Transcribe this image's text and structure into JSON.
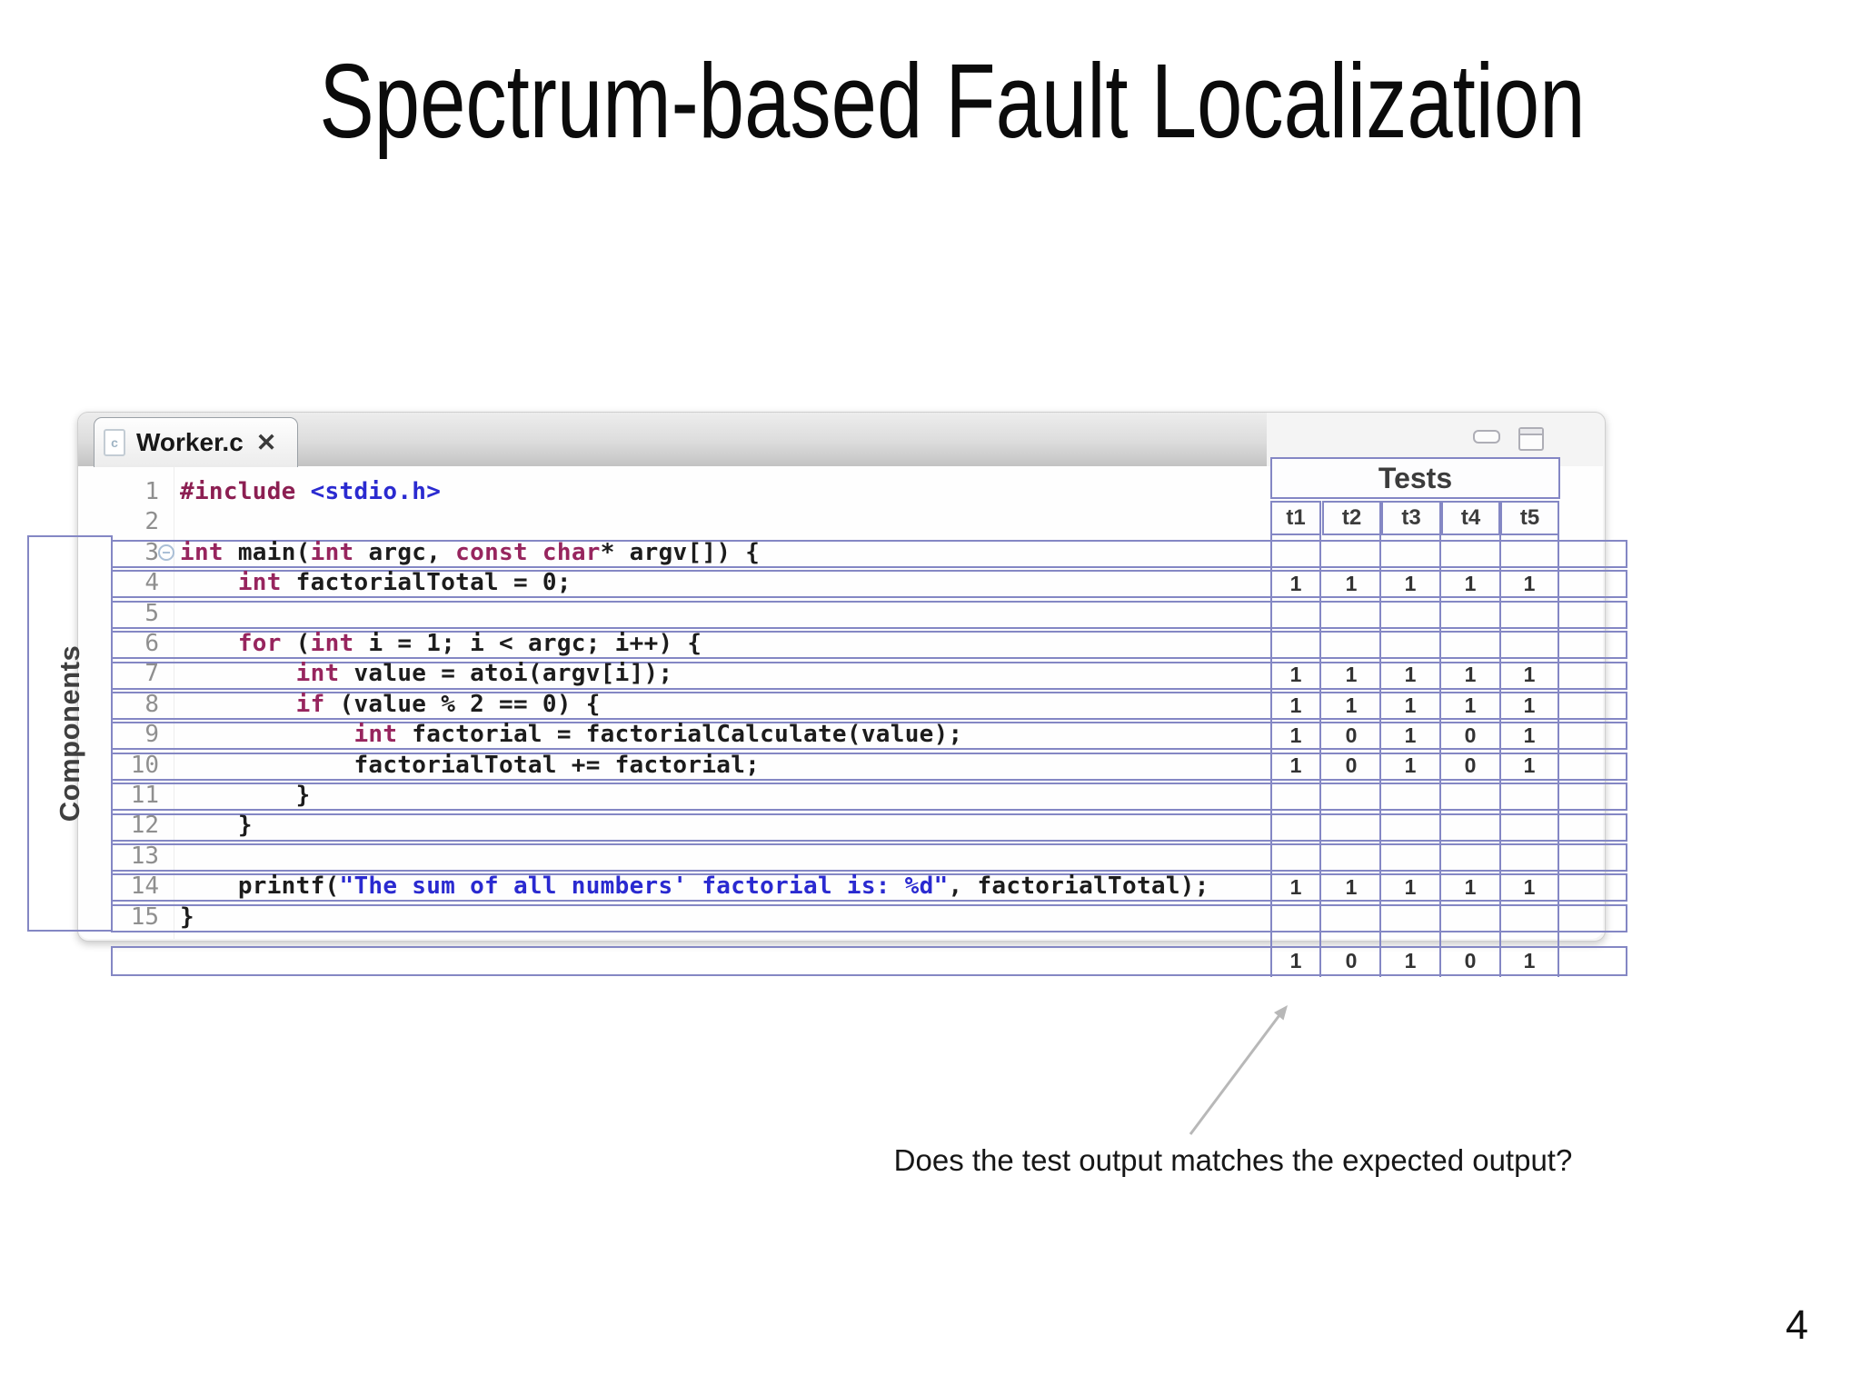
{
  "slide": {
    "title": "Spectrum-based Fault Localization",
    "caption": "Does the test output matches the expected output?",
    "page_number": "4"
  },
  "window": {
    "tab": {
      "filename": "Worker.c",
      "close_glyph": "✕",
      "file_icon_letter": "c"
    }
  },
  "code": {
    "lines": [
      {
        "num": "1",
        "segs": [
          [
            "d",
            "#include "
          ],
          [
            "s",
            "<stdio.h>"
          ]
        ]
      },
      {
        "num": "2",
        "segs": []
      },
      {
        "num": "3",
        "fold": true,
        "segs": [
          [
            "k",
            "int"
          ],
          [
            "p",
            " main("
          ],
          [
            "k",
            "int"
          ],
          [
            "p",
            " argc, "
          ],
          [
            "k",
            "const"
          ],
          [
            "p",
            " "
          ],
          [
            "k",
            "char"
          ],
          [
            "p",
            "* argv[]) {"
          ]
        ]
      },
      {
        "num": "4",
        "segs": [
          [
            "p",
            "    "
          ],
          [
            "k",
            "int"
          ],
          [
            "p",
            " factorialTotal = 0;"
          ]
        ]
      },
      {
        "num": "5",
        "segs": []
      },
      {
        "num": "6",
        "segs": [
          [
            "p",
            "    "
          ],
          [
            "k",
            "for"
          ],
          [
            "p",
            " ("
          ],
          [
            "k",
            "int"
          ],
          [
            "p",
            " i = 1; i < argc; i++) {"
          ]
        ]
      },
      {
        "num": "7",
        "segs": [
          [
            "p",
            "        "
          ],
          [
            "k",
            "int"
          ],
          [
            "p",
            " value = atoi(argv[i]);"
          ]
        ]
      },
      {
        "num": "8",
        "segs": [
          [
            "p",
            "        "
          ],
          [
            "k",
            "if"
          ],
          [
            "p",
            " (value % 2 == 0) {"
          ]
        ]
      },
      {
        "num": "9",
        "segs": [
          [
            "p",
            "            "
          ],
          [
            "k",
            "int"
          ],
          [
            "p",
            " factorial = factorialCalculate(value);"
          ]
        ]
      },
      {
        "num": "10",
        "segs": [
          [
            "p",
            "            factorialTotal += factorial;"
          ]
        ]
      },
      {
        "num": "11",
        "segs": [
          [
            "p",
            "        }"
          ]
        ]
      },
      {
        "num": "12",
        "segs": [
          [
            "p",
            "    }"
          ]
        ]
      },
      {
        "num": "13",
        "segs": []
      },
      {
        "num": "14",
        "segs": [
          [
            "p",
            "    printf("
          ],
          [
            "s",
            "\"The sum of all numbers' factorial is: %d\""
          ],
          [
            "p",
            ", factorialTotal);"
          ]
        ]
      },
      {
        "num": "15",
        "segs": [
          [
            "p",
            "}"
          ]
        ]
      }
    ]
  },
  "matrix": {
    "components_label": "Components",
    "tests_label": "Tests",
    "test_names": [
      "t1",
      "t2",
      "t3",
      "t4",
      "t5"
    ],
    "component_row_lines": [
      3,
      4,
      5,
      6,
      7,
      8,
      9,
      10,
      11,
      12,
      13,
      14,
      15
    ],
    "coverage": [
      {
        "line": 4,
        "values": [
          "1",
          "1",
          "1",
          "1",
          "1"
        ]
      },
      {
        "line": 7,
        "values": [
          "1",
          "1",
          "1",
          "1",
          "1"
        ]
      },
      {
        "line": 8,
        "values": [
          "1",
          "1",
          "1",
          "1",
          "1"
        ]
      },
      {
        "line": 9,
        "values": [
          "1",
          "0",
          "1",
          "0",
          "1"
        ]
      },
      {
        "line": 10,
        "values": [
          "1",
          "0",
          "1",
          "0",
          "1"
        ]
      },
      {
        "line": 14,
        "values": [
          "1",
          "1",
          "1",
          "1",
          "1"
        ]
      }
    ],
    "error_vector": [
      "1",
      "0",
      "1",
      "0",
      "1"
    ]
  },
  "colors": {
    "matrix_border": "#8487c4",
    "keyword": "#97255e",
    "preprocessor": "#8c1f52",
    "string_blue": "#2a2ad0",
    "line_number_gray": "#8f8f8f",
    "arrow_gray": "#b8b8b8"
  }
}
